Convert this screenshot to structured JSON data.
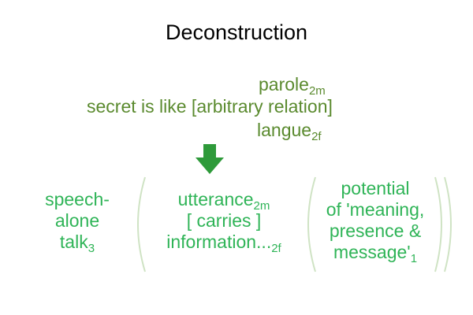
{
  "title": "Deconstruction",
  "top": {
    "parole": {
      "text": "parole",
      "sub": "2m"
    },
    "secret_line": "secret is like [arbitrary relation]",
    "langue": {
      "text": "langue",
      "sub": "2f"
    }
  },
  "left_block": {
    "line1": "speech-",
    "line2": "alone",
    "line3": {
      "text": "talk",
      "sub": "3"
    }
  },
  "middle_block": {
    "line1": {
      "text": "utterance",
      "sub": "2m"
    },
    "line2": "[ carries ]",
    "line3": {
      "text": "information...",
      "sub": "2f"
    }
  },
  "right_block": {
    "line1": "potential",
    "line2": "of 'meaning,",
    "line3": "presence &",
    "line4": {
      "text": "message'",
      "sub": "1"
    }
  },
  "colors": {
    "olive_text": "#5a8a2e",
    "green_text": "#2fb457",
    "arrow": "#2e9a3a",
    "paren": "#cfe3c4"
  },
  "icons": {
    "arrow": "down-arrow-icon"
  }
}
